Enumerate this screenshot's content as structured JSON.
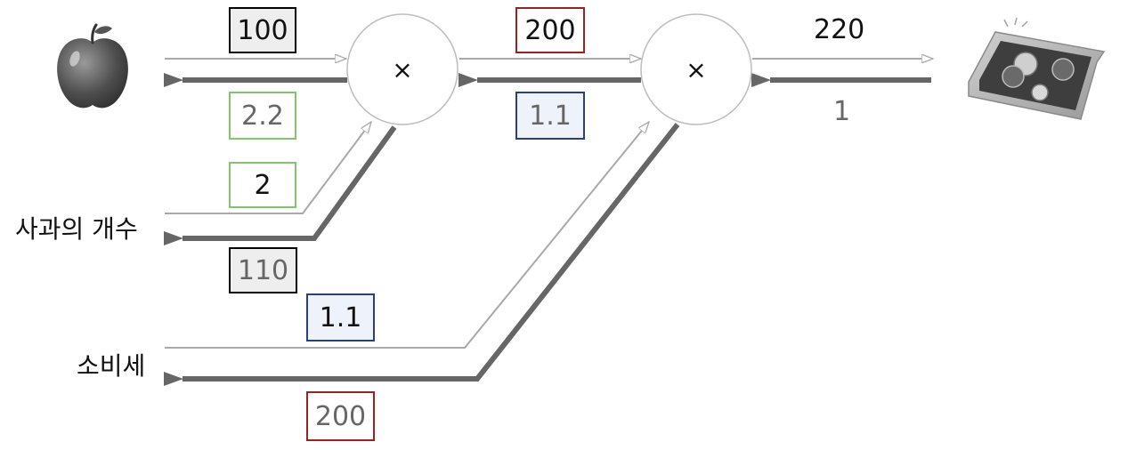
{
  "nodes": {
    "mul1": {
      "symbol": "×"
    },
    "mul2": {
      "symbol": "×"
    }
  },
  "inputs": {
    "apple_count": "사과의 개수",
    "tax": "소비세"
  },
  "forward": {
    "apple_price": "100",
    "apple_count": "2",
    "tax": "1.1",
    "subtotal": "200",
    "total": "220"
  },
  "backward": {
    "output": "1",
    "subtotal": "1.1",
    "apple_price": "2.2",
    "apple_count": "110",
    "tax": "200"
  },
  "colors": {
    "forward_line": "#a9a9a9",
    "backward_line": "#666666",
    "gray_box": "#eeeeee",
    "red_border": "#a02020",
    "green_border": "#7ec86a",
    "blue_border": "#2c3f78",
    "blue_fill": "#eef2fb"
  }
}
